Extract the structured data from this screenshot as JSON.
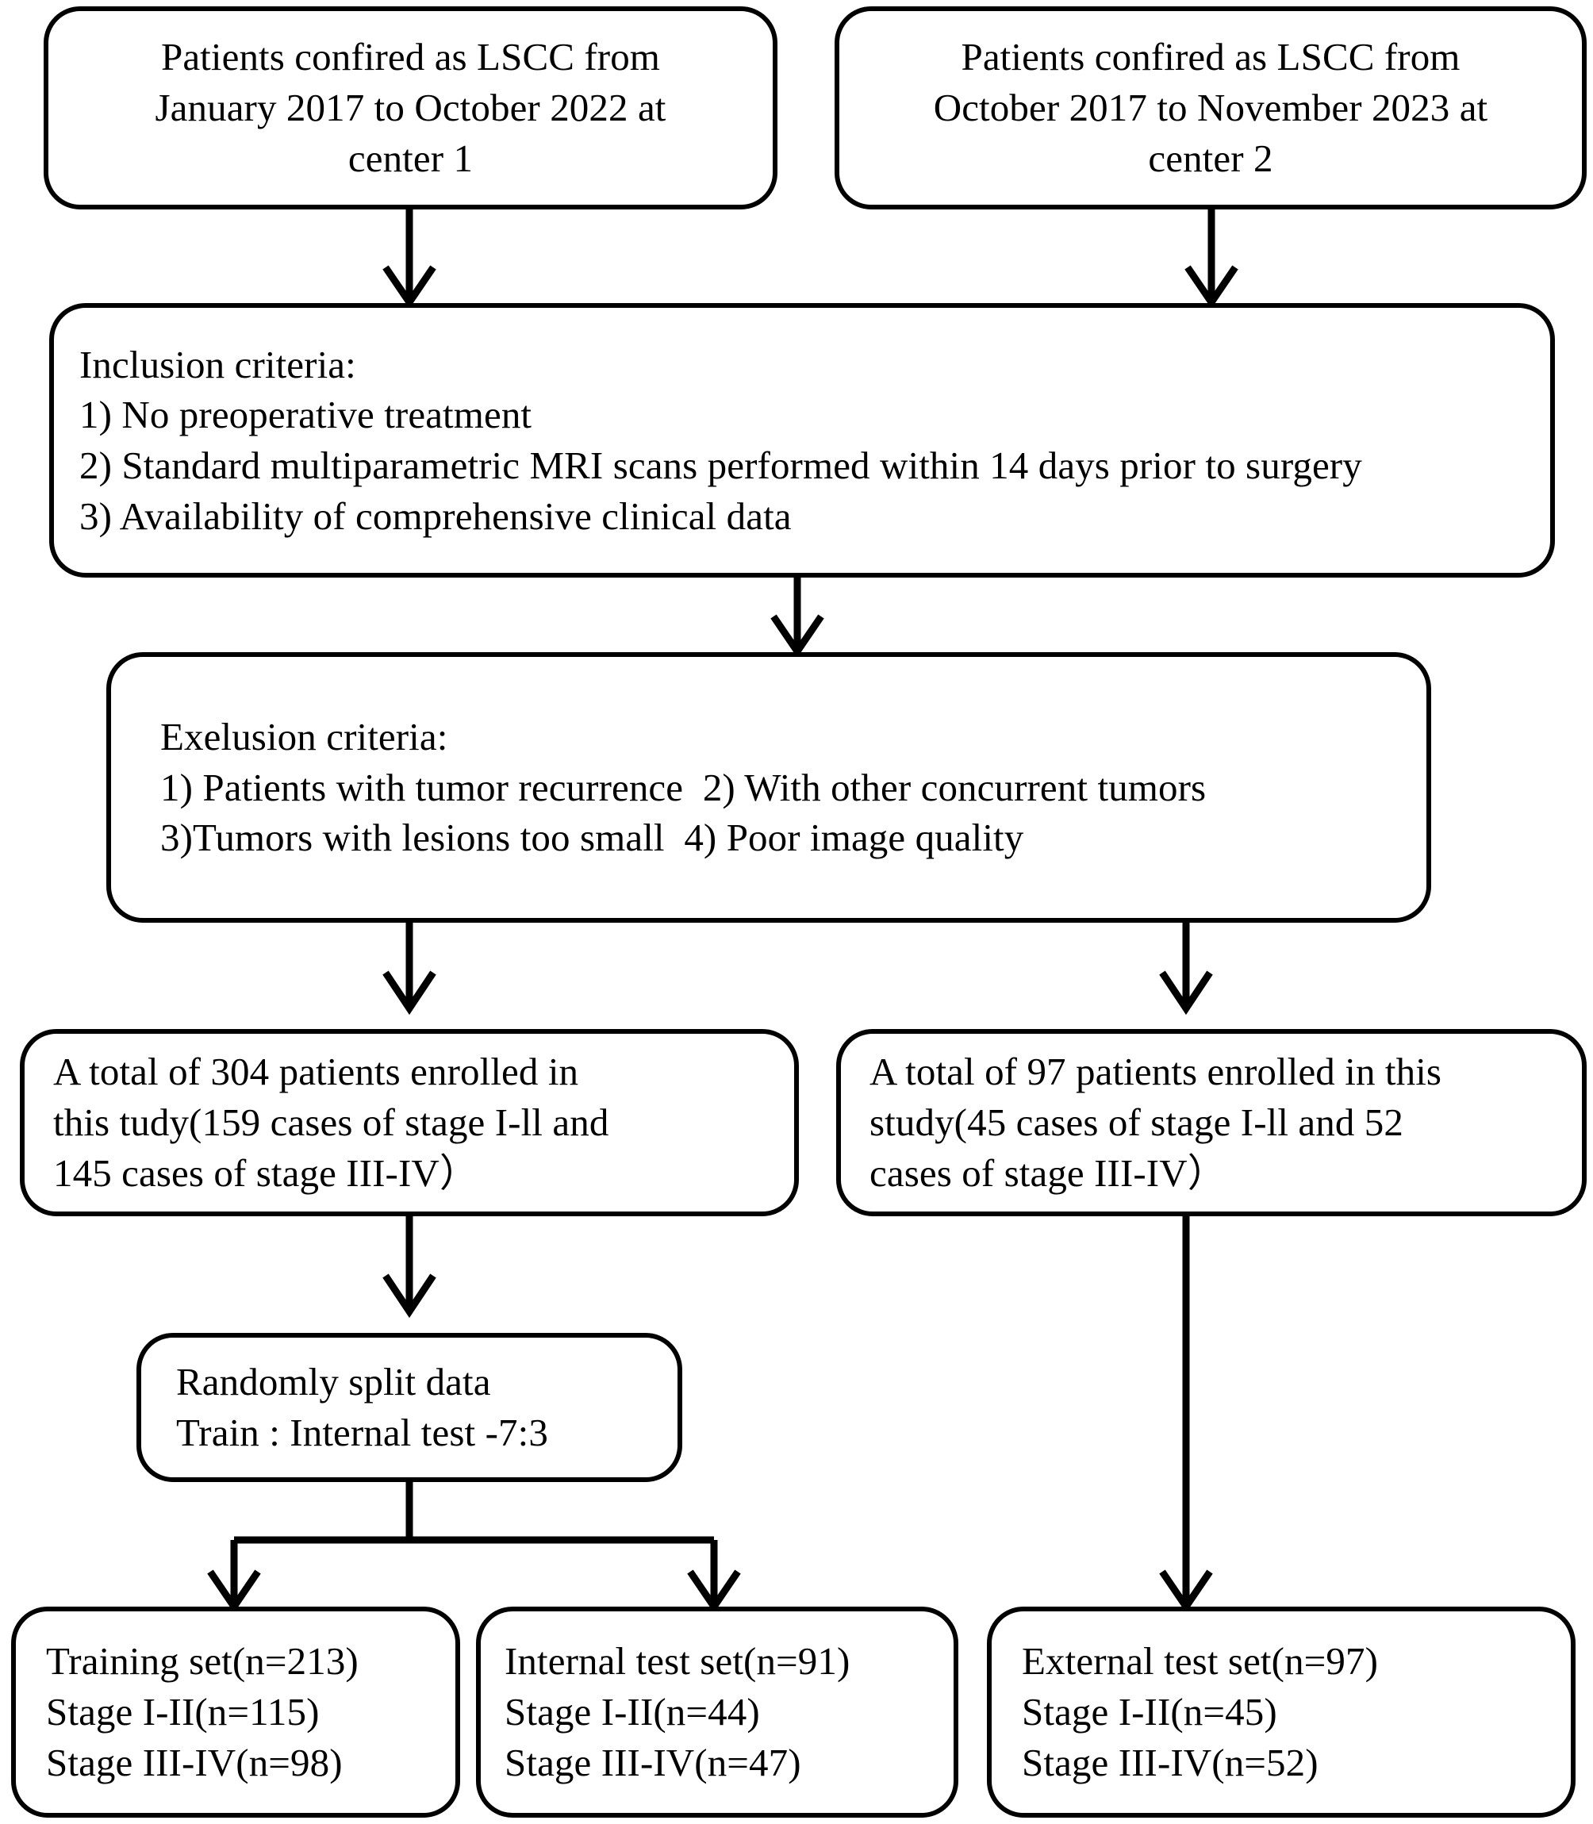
{
  "diagram": {
    "title": "LSCC patient enrollment and dataset split flowchart",
    "stroke_color": "#000000",
    "background_color": "#ffffff",
    "node_fill": "#ffffff"
  },
  "nodes": {
    "source_center1": {
      "name": "source-center-1",
      "lines": [
        "Patients confired as LSCC from",
        "January 2017 to October 2022 at",
        "center 1"
      ]
    },
    "source_center2": {
      "name": "source-center-2",
      "lines": [
        "Patients confired as LSCC from",
        "October 2017 to November 2023 at",
        "center 2"
      ]
    },
    "inclusion": {
      "name": "inclusion-criteria",
      "heading": "Inclusion criteria:",
      "lines": [
        "Inclusion criteria:",
        "1) No preoperative treatment",
        "2) Standard multiparametric MRI scans performed within 14 days prior to surgery",
        "3) Availability of comprehensive clinical data"
      ]
    },
    "exclusion": {
      "name": "exclusion-criteria",
      "heading": "Exelusion criteria:",
      "lines": [
        "Exelusion criteria:",
        "1) Patients with tumor recurrence  2) With other concurrent tumors",
        "3)Tumors with lesions too small  4) Poor image quality"
      ]
    },
    "enrolled_internal": {
      "name": "enrolled-center-1",
      "lines": [
        "A total of 304 patients enrolled in",
        "this tudy(159 cases of stage I-ll and",
        "145 cases of stage III-IV）"
      ]
    },
    "enrolled_external": {
      "name": "enrolled-center-2",
      "lines": [
        "A total of 97 patients enrolled in this",
        "study(45 cases of stage I-ll and 52",
        "cases of stage III-IV）"
      ]
    },
    "split": {
      "name": "random-split",
      "lines": [
        "Randomly split data",
        "Train : Internal test -7:3"
      ]
    },
    "training_set": {
      "name": "training-set",
      "lines": [
        "Training set(n=213)",
        "Stage I-II(n=115)",
        "Stage III-IV(n=98)"
      ]
    },
    "internal_test_set": {
      "name": "internal-test-set",
      "lines": [
        "Internal test set(n=91)",
        "Stage I-II(n=44)",
        "Stage III-IV(n=47)"
      ]
    },
    "external_test_set": {
      "name": "external-test-set",
      "lines": [
        "External test set(n=97)",
        "Stage I-II(n=45)",
        "Stage III-IV(n=52)"
      ]
    }
  },
  "counts": {
    "center1_total": 304,
    "center1_stage_I_II": 159,
    "center1_stage_III_IV": 145,
    "center2_total": 97,
    "center2_stage_I_II": 45,
    "center2_stage_III_IV": 52,
    "training_total": 213,
    "training_stage_I_II": 115,
    "training_stage_III_IV": 98,
    "internal_test_total": 91,
    "internal_test_stage_I_II": 44,
    "internal_test_stage_III_IV": 47,
    "external_test_total": 97,
    "external_test_stage_I_II": 45,
    "external_test_stage_III_IV": 52,
    "split_ratio": "7:3",
    "mri_window_days": 14
  },
  "connectors": [
    {
      "name": "arrow-center1-to-inclusion",
      "from": "source_center1",
      "to": "inclusion"
    },
    {
      "name": "arrow-center2-to-inclusion",
      "from": "source_center2",
      "to": "inclusion"
    },
    {
      "name": "arrow-inclusion-to-exclusion",
      "from": "inclusion",
      "to": "exclusion"
    },
    {
      "name": "arrow-exclusion-to-enrolled-internal",
      "from": "exclusion",
      "to": "enrolled_internal"
    },
    {
      "name": "arrow-exclusion-to-enrolled-external",
      "from": "exclusion",
      "to": "enrolled_external"
    },
    {
      "name": "arrow-enrolled-internal-to-split",
      "from": "enrolled_internal",
      "to": "split"
    },
    {
      "name": "arrow-split-to-training",
      "from": "split",
      "to": "training_set"
    },
    {
      "name": "arrow-split-to-internal-test",
      "from": "split",
      "to": "internal_test_set"
    },
    {
      "name": "arrow-enrolled-external-to-external-test",
      "from": "enrolled_external",
      "to": "external_test_set"
    }
  ]
}
